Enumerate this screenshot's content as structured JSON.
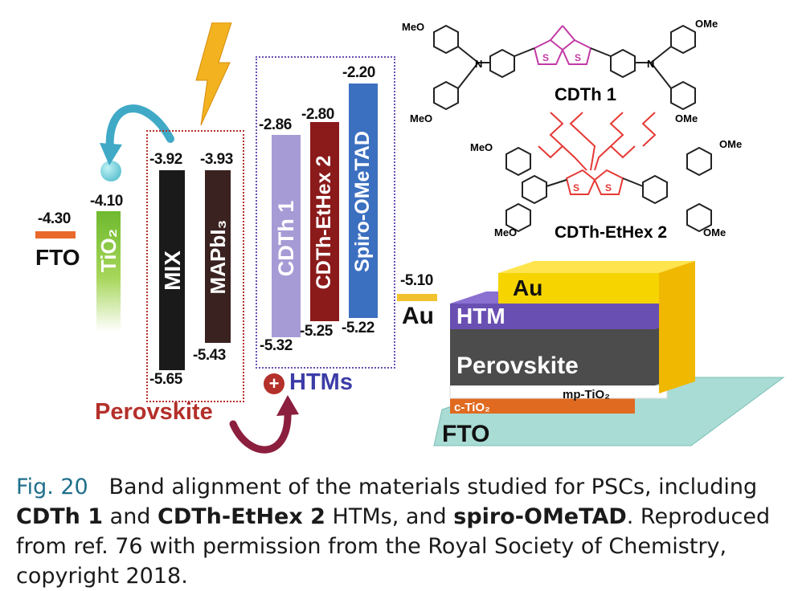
{
  "levels": {
    "fto": "-4.30",
    "tio2": "-4.10",
    "mix_top": "-3.92",
    "mix_bottom": "-5.65",
    "mapbi_top": "-3.93",
    "mapbi_bottom": "-5.43",
    "cdth1_top": "-2.86",
    "cdth1_bottom": "-5.32",
    "cdthethex_top": "-2.80",
    "cdthethex_bottom": "-5.25",
    "spiro_top": "-2.20",
    "spiro_bottom": "-5.22",
    "au": "-5.10"
  },
  "labels": {
    "fto": "FTO",
    "tio2": "TiO₂",
    "mix": "MIX",
    "mapbi": "MAPbI₃",
    "cdth1": "CDTh 1",
    "cdthethex": "CDTh-EtHex 2",
    "spiro": "Spiro-OMeTAD",
    "au": "Au",
    "perovskite_group": "Perovskite",
    "htms_group": "HTMs",
    "plus": "+"
  },
  "structures": {
    "cdth1_name": "CDTh 1",
    "cdthethex_name": "CDTh-EtHex 2",
    "meo": "MeO",
    "ome": "OMe",
    "s": "S",
    "n": "N"
  },
  "device": {
    "au": "Au",
    "htm": "HTM",
    "perovskite": "Perovskite",
    "mp_tio2": "mp-TiO₂",
    "c_tio2": "c-TiO₂",
    "fto": "FTO"
  },
  "caption": {
    "label": "Fig. 20",
    "t1": "Band alignment of the materials studied for PSCs, including ",
    "b1": "CDTh 1",
    "t2": " and ",
    "b2": "CDTh-EtHex 2",
    "t3": " HTMs, and ",
    "b3": "spiro-OMeTAD",
    "t4": ". Reproduced from ref. 76 with permission from the Royal Society of Chemistry, copyright 2018."
  },
  "colors": {
    "fto_bar": "#e8692a",
    "tio2_bar": "#8dc63f",
    "mix_bar": "#1a1a1a",
    "mapbi_bar": "#3a2220",
    "cdth1_bar": "#a79bd6",
    "cdthethex_bar": "#8b1a1a",
    "spiro_bar": "#3b6fc0",
    "au_bar": "#f2c12e",
    "perovskite_box": "#b4302a",
    "htm_box": "#6a4fb3"
  }
}
